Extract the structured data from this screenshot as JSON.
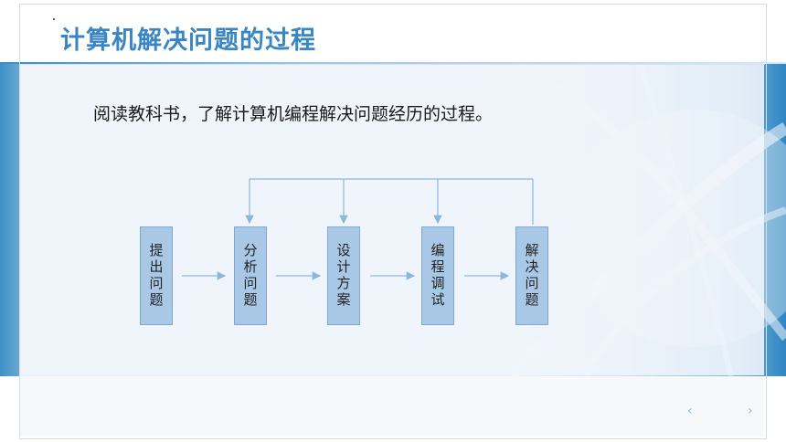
{
  "slide": {
    "title": "计算机解决问题的过程",
    "intro": "阅读教科书，了解计算机编程解决问题经历的过程。"
  },
  "flow": {
    "steps": [
      {
        "label": "提出问题"
      },
      {
        "label": "分析问题"
      },
      {
        "label": "设计方案"
      },
      {
        "label": "编程调试"
      },
      {
        "label": "解决问题"
      }
    ]
  },
  "nav": {
    "prev_symbol": "‹",
    "next_symbol": "›"
  },
  "colors": {
    "title": "#3a86c2",
    "step_fill": "#a9c8e6",
    "arrow": "#8db8dc"
  }
}
